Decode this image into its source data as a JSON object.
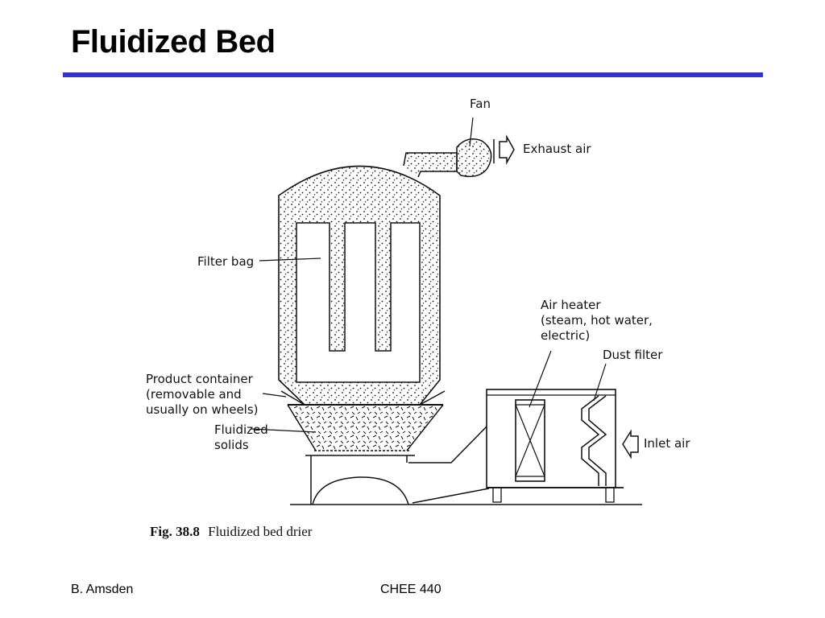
{
  "slide": {
    "title": "Fluidized Bed"
  },
  "diagram": {
    "labels": {
      "fan": "Fan",
      "exhaust_air": "Exhaust air",
      "filter_bag": "Filter bag",
      "air_heater": [
        "Air heater",
        "(steam, hot water,",
        "electric)"
      ],
      "dust_filter": "Dust filter",
      "product_container": [
        "Product container",
        "(removable and",
        "usually on wheels)"
      ],
      "fluidized_solids": [
        "Fluidized",
        "solids"
      ],
      "inlet_air": "Inlet air"
    },
    "caption": {
      "number": "Fig. 38.8",
      "text": "Fluidized bed drier"
    }
  },
  "footer": {
    "author": "B. Amsden",
    "course": "CHEE 440"
  },
  "colors": {
    "rule": "#3333cc",
    "ink": "#111111"
  }
}
